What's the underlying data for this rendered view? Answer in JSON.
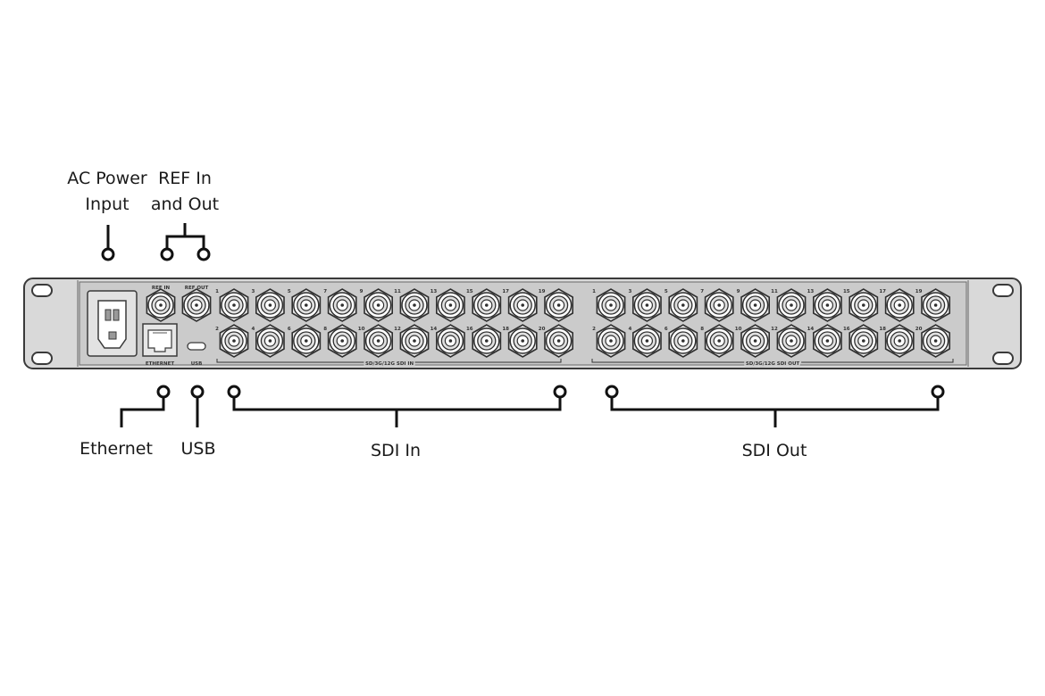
{
  "callouts": {
    "ac_power_line1": "AC Power",
    "ac_power_line2": "Input",
    "ref_line1": "REF In",
    "ref_line2": "and Out",
    "ethernet": "Ethernet",
    "usb": "USB",
    "sdi_in": "SDI In",
    "sdi_out": "SDI Out"
  },
  "panel_labels": {
    "ref_in": "REF IN",
    "ref_out": "REF OUT",
    "ethernet": "ETHERNET",
    "usb": "USB",
    "sdi_in_group": "SD/3G/12G SDI IN",
    "sdi_out_group": "SD/3G/12G SDI OUT"
  },
  "sdi_port_numbers": {
    "top": [
      "1",
      "3",
      "5",
      "7",
      "9",
      "11",
      "13",
      "15",
      "17",
      "19"
    ],
    "bottom": [
      "2",
      "4",
      "6",
      "8",
      "10",
      "12",
      "14",
      "16",
      "18",
      "20"
    ]
  },
  "colors": {
    "chassis": "#d6d6d6",
    "panel": "#c9c9c9",
    "outline": "#3a3a3a",
    "leader": "#111111"
  }
}
